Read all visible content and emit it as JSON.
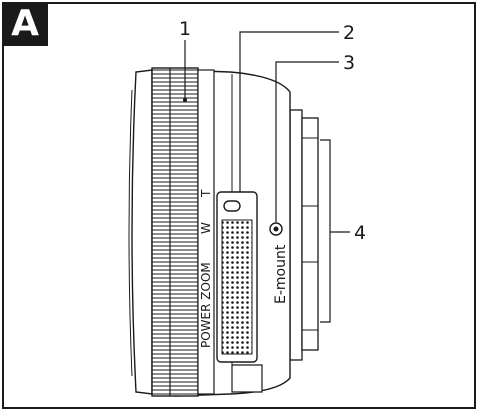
{
  "panel": {
    "label": "A"
  },
  "callouts": [
    {
      "number": "1",
      "part": "zoom/focus ring"
    },
    {
      "number": "2",
      "part": "power zoom lever"
    },
    {
      "number": "3",
      "part": "lens mounting index"
    },
    {
      "number": "4",
      "part": "lens contacts / mount"
    }
  ],
  "lens_markings": {
    "zoom_label": "POWER ZOOM",
    "wide": "W",
    "tele": "T",
    "mount_label": "E-mount"
  },
  "colors": {
    "line": "#1a1a1a",
    "fill": "#ffffff",
    "badge": "#1a1a1a",
    "badge_text": "#ffffff"
  }
}
